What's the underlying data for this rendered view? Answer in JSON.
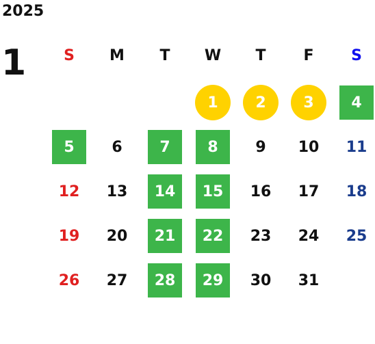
{
  "calendar": {
    "year": "2025",
    "month": "1",
    "weekdays": [
      "S",
      "M",
      "T",
      "W",
      "T",
      "F",
      "S"
    ],
    "colors": {
      "sunday": "#e02020",
      "saturday": "#1a3c8c",
      "saturday_header": "#1010ee",
      "weekday": "#111111",
      "highlight_green": "#3db54a",
      "highlight_yellow": "#ffd200"
    },
    "weeks": [
      [
        {
          "day": ""
        },
        {
          "day": ""
        },
        {
          "day": ""
        },
        {
          "day": "1",
          "mark": "yellow"
        },
        {
          "day": "2",
          "mark": "yellow"
        },
        {
          "day": "3",
          "mark": "yellow"
        },
        {
          "day": "4",
          "mark": "green"
        }
      ],
      [
        {
          "day": "5",
          "mark": "green"
        },
        {
          "day": "6"
        },
        {
          "day": "7",
          "mark": "green"
        },
        {
          "day": "8",
          "mark": "green"
        },
        {
          "day": "9"
        },
        {
          "day": "10"
        },
        {
          "day": "11"
        }
      ],
      [
        {
          "day": "12"
        },
        {
          "day": "13"
        },
        {
          "day": "14",
          "mark": "green"
        },
        {
          "day": "15",
          "mark": "green"
        },
        {
          "day": "16"
        },
        {
          "day": "17"
        },
        {
          "day": "18"
        }
      ],
      [
        {
          "day": "19"
        },
        {
          "day": "20"
        },
        {
          "day": "21",
          "mark": "green"
        },
        {
          "day": "22",
          "mark": "green"
        },
        {
          "day": "23"
        },
        {
          "day": "24"
        },
        {
          "day": "25"
        }
      ],
      [
        {
          "day": "26"
        },
        {
          "day": "27"
        },
        {
          "day": "28",
          "mark": "green"
        },
        {
          "day": "29",
          "mark": "green"
        },
        {
          "day": "30"
        },
        {
          "day": "31"
        },
        {
          "day": ""
        }
      ]
    ]
  }
}
